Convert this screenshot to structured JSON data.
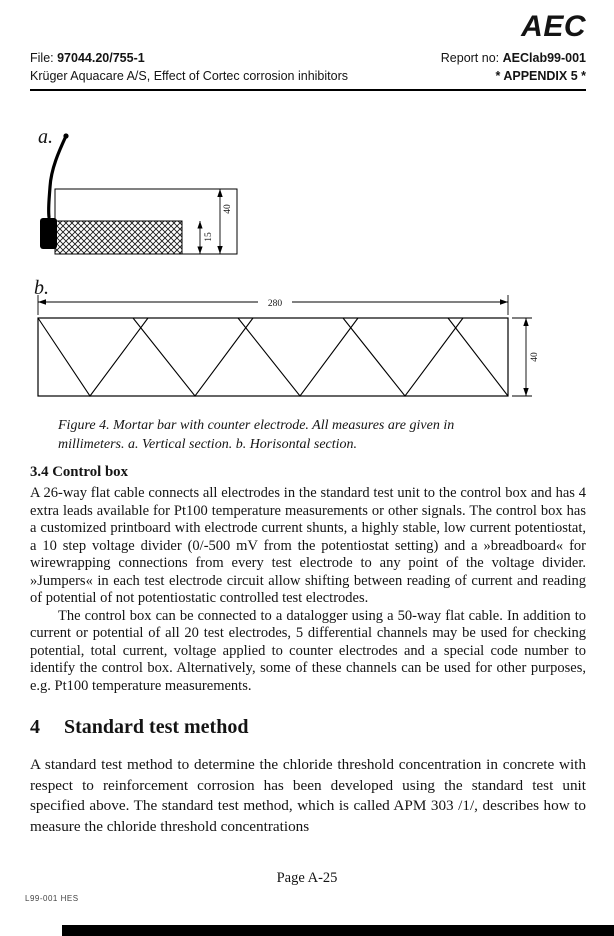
{
  "header": {
    "logo": "AEC",
    "file_label": "File:",
    "file_value": "97044.20/755-1",
    "report_label": "Report no:",
    "report_value": "AEClab99-001",
    "subtitle": "Krüger Aquacare A/S, Effect of Cortec corrosion inhibitors",
    "appendix": "* APPENDIX 5 *"
  },
  "figure": {
    "label_a": "a.",
    "label_b": "b.",
    "dims": {
      "bar_height": "40",
      "electrode_height": "15",
      "bar_length": "280",
      "bar_width": "40"
    },
    "caption_line1": "Figure 4. Mortar bar with counter electrode. All measures are given in",
    "caption_line2": "millimeters. a. Vertical section. b. Horisontal section."
  },
  "sections": {
    "control_box": {
      "heading": "3.4 Control box",
      "para1": "A 26-way flat cable connects all electrodes in the standard test unit to the control box and has 4 extra leads available for Pt100 temperature measurements or other signals. The control box has a customized printboard with electrode current shunts, a highly stable, low current potentiostat, a 10 step voltage divider (0/-500 mV from the potentiostat setting) and a »breadboard« for wirewrapping connections from every test electrode to any point of the voltage divider. »Jumpers« in each test electrode circuit allow shifting between reading of current and reading of potential of not potentiostatic controlled test electrodes.",
      "para2": "The control box can be connected to a datalogger using a 50-way flat cable. In addition to current or potential of all 20 test electrodes, 5 differential channels may be used for checking potential, total current, voltage applied to counter electrodes and a special code number to identify the control box. Alternatively, some of these channels can be used for other purposes, e.g. Pt100 temperature measurements."
    },
    "standard_test": {
      "number": "4",
      "title": "Standard test method",
      "para1": "A standard test method to determine the chloride threshold concentration in concrete with respect to reinforcement corrosion has been developed using the standard test unit specified above. The standard test method, which is called APM 303 /1/, describes how to measure the chloride threshold concentrations"
    }
  },
  "footer": {
    "page_label": "Page A-25",
    "doc_code": "L99-001 HES"
  }
}
